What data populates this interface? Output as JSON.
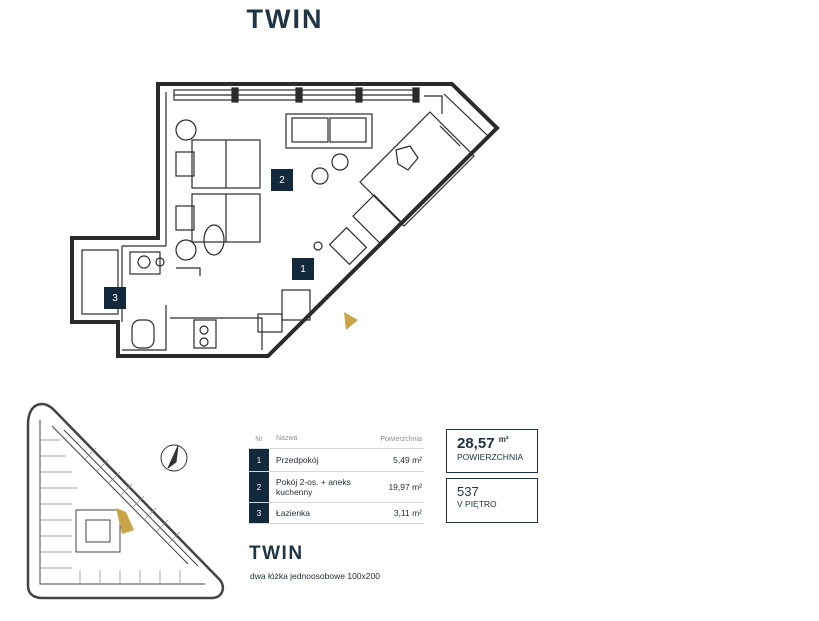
{
  "plan": {
    "title": "TWIN",
    "room_markers": [
      "2",
      "1",
      "3"
    ]
  },
  "rooms_table": {
    "headers": {
      "nr": "Nr",
      "name": "Nazwa",
      "area": "Powierzchnia"
    },
    "rows": [
      {
        "nr": "1",
        "name": "Przedpokój",
        "area": "5,49 m²"
      },
      {
        "nr": "2",
        "name": "Pokój 2-os. + aneks kuchenny",
        "area": "19,97 m²"
      },
      {
        "nr": "3",
        "name": "Łazienka",
        "area": "3,11 m²"
      }
    ]
  },
  "summary": {
    "area_value": "28,57",
    "area_unit": "m²",
    "area_label": "POWIERZCHNIA",
    "unit_number": "537",
    "floor_label": "V PIĘTRO"
  },
  "footer": {
    "title": "TWIN",
    "subtitle": "dwa łóżka jednoosobowe 100x200"
  },
  "colors": {
    "navy": "#12293c",
    "accent_gold": "#c9a54a",
    "wall": "#2b2b2b"
  }
}
